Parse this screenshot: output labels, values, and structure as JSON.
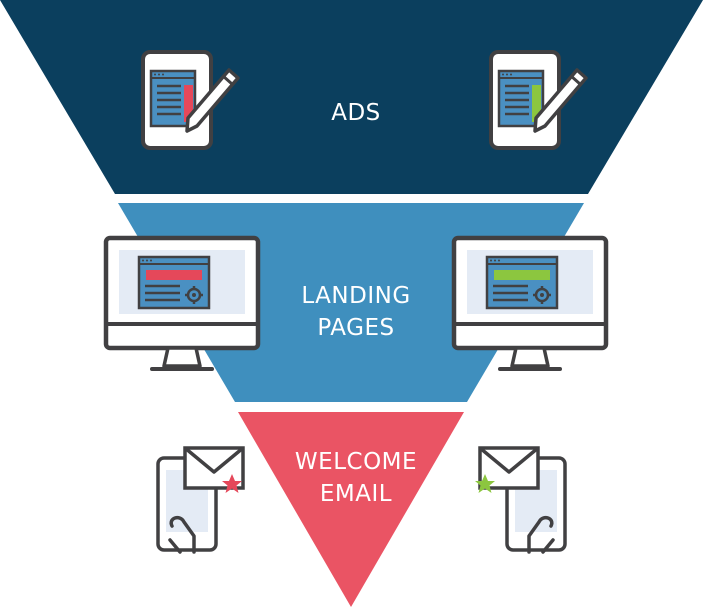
{
  "funnel": {
    "ads": {
      "label": "ADS",
      "color": "#0b3f5e"
    },
    "landing": {
      "line1": "LANDING",
      "line2": "PAGES",
      "color": "#3f8fbe"
    },
    "email": {
      "line1": "WELCOME",
      "line2": "EMAIL",
      "color": "#ea5464"
    }
  },
  "icons": {
    "left_ad": {
      "name": "tablet-edit-icon",
      "accent": "#e5485a"
    },
    "right_ad": {
      "name": "tablet-edit-icon",
      "accent": "#8cc63f"
    },
    "left_landing": {
      "name": "monitor-webpage-icon",
      "accent": "#e5485a"
    },
    "right_landing": {
      "name": "monitor-webpage-icon",
      "accent": "#8cc63f"
    },
    "left_email": {
      "name": "phone-email-icon",
      "accent": "#e5485a"
    },
    "right_email": {
      "name": "phone-email-icon",
      "accent": "#8cc63f"
    }
  }
}
